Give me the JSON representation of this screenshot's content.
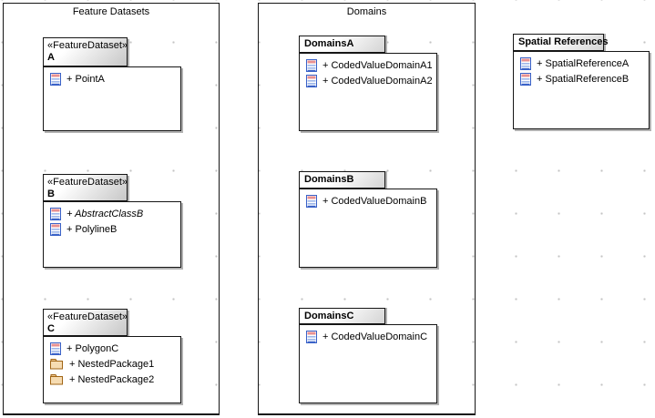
{
  "colors": {
    "border": "#161616",
    "shadow": "#b2b2b2",
    "grid_dot": "#c3c3c3",
    "header_gradient_end": "#c7c7c7",
    "icon_blue": "#3a62c8",
    "icon_pink": "#e89191",
    "folder_fill": "#f6dcb2",
    "folder_stroke": "#a06414"
  },
  "feature_datasets": {
    "title": "Feature Datasets",
    "classes": [
      {
        "stereotype": "«FeatureDataset»",
        "name": "A",
        "items": [
          {
            "icon": "table-icon",
            "label": "+ PointA"
          }
        ]
      },
      {
        "stereotype": "«FeatureDataset»",
        "name": "B",
        "items": [
          {
            "icon": "table-icon",
            "label": "+ AbstractClassB"
          },
          {
            "icon": "table-icon",
            "label": "+ PolylineB"
          }
        ]
      },
      {
        "stereotype": "«FeatureDataset»",
        "name": "C",
        "items": [
          {
            "icon": "table-icon",
            "label": "+ PolygonC"
          },
          {
            "icon": "folder-icon",
            "label": "+ NestedPackage1"
          },
          {
            "icon": "folder-icon",
            "label": "+ NestedPackage2"
          }
        ]
      }
    ]
  },
  "domains": {
    "title": "Domains",
    "packages": [
      {
        "name": "DomainsA",
        "items": [
          {
            "icon": "table-icon",
            "label": "+ CodedValueDomainA1"
          },
          {
            "icon": "table-icon",
            "label": "+ CodedValueDomainA2"
          }
        ]
      },
      {
        "name": "DomainsB",
        "items": [
          {
            "icon": "table-icon",
            "label": "+ CodedValueDomainB"
          }
        ]
      },
      {
        "name": "DomainsC",
        "items": [
          {
            "icon": "table-icon",
            "label": "+ CodedValueDomainC"
          }
        ]
      }
    ]
  },
  "spatial_references": {
    "name": "Spatial References",
    "items": [
      {
        "icon": "table-icon",
        "label": "+ SpatialReferenceA"
      },
      {
        "icon": "table-icon",
        "label": "+ SpatialReferenceB"
      }
    ]
  }
}
